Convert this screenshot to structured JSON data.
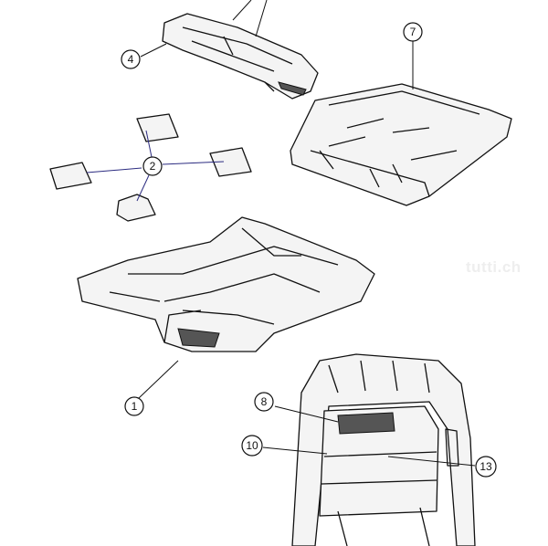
{
  "callouts": {
    "c4": "4",
    "c7": "7",
    "c2": "2",
    "c1": "1",
    "c8": "8",
    "c10": "10",
    "c13": "13"
  },
  "watermark": "tutti.ch",
  "colors": {
    "line": "#111111",
    "leader_2": "#2b2b80"
  }
}
